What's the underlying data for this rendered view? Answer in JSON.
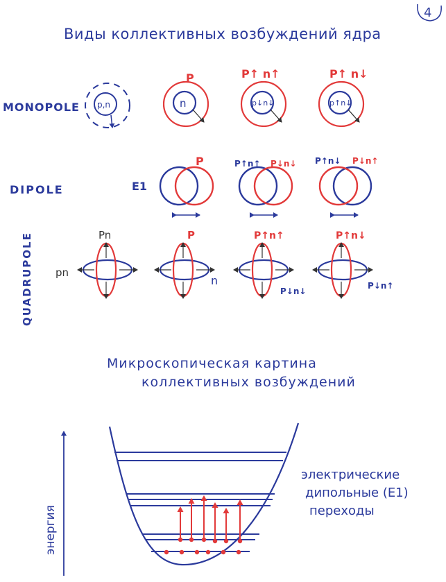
{
  "page_number": "4",
  "title": "Виды коллективных возбуждений ядра",
  "colors": {
    "blue": "#2b3a9c",
    "red": "#e23a3a",
    "dark": "#333333"
  },
  "monopole": {
    "label": "MONOPOLE",
    "cells": [
      {
        "inner": "p,n",
        "top": ""
      },
      {
        "inner": "n",
        "top": "P"
      },
      {
        "inner": "p↓n↓",
        "top": "P↑ n↑"
      },
      {
        "inner": "p↑n↓",
        "top": "P↑ n↓"
      }
    ]
  },
  "dipole": {
    "label": "DIPOLE",
    "e1": "E1",
    "cells": [
      {
        "left_label": "",
        "right_label": "P"
      },
      {
        "left_label": "P↑n↑",
        "right_label": "P↓n↓"
      },
      {
        "left_label": "P↑n↓",
        "right_label": "P↓n↑"
      }
    ]
  },
  "quadrupole": {
    "label": "QUADRUPOLE",
    "cells": [
      {
        "top": "Pn",
        "left": "pn",
        "right": "",
        "bottom": ""
      },
      {
        "top": "P",
        "left": "",
        "right": "n",
        "bottom": ""
      },
      {
        "top": "P↑n↑",
        "left": "",
        "right": "",
        "bottom": "P↓n↓"
      },
      {
        "top": "P↑n↓",
        "left": "",
        "right": "",
        "bottom": "P↓n↑"
      }
    ]
  },
  "micro": {
    "line1": "Микроскопическая картина",
    "line2": "коллективных возбуждений"
  },
  "energy_axis": "энергия",
  "transitions_label": {
    "line1": "электрические",
    "line2": "дипольные (E1)",
    "line3": "переходы"
  }
}
